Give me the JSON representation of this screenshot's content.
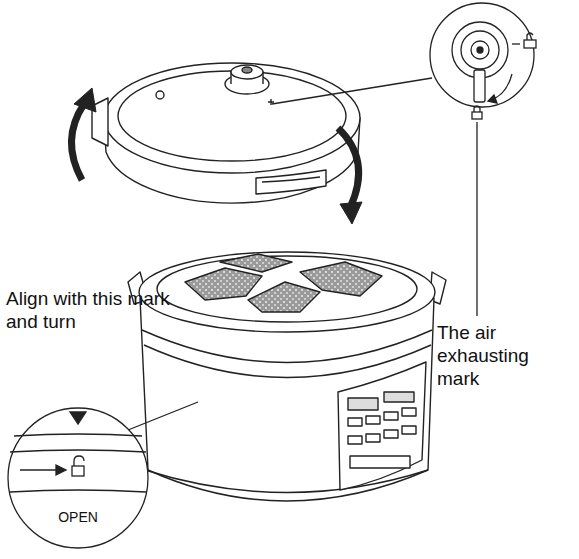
{
  "diagram": {
    "labels": [
      "The air exhausting mark",
      "Align with this mark and turn",
      "OPEN"
    ]
  }
}
